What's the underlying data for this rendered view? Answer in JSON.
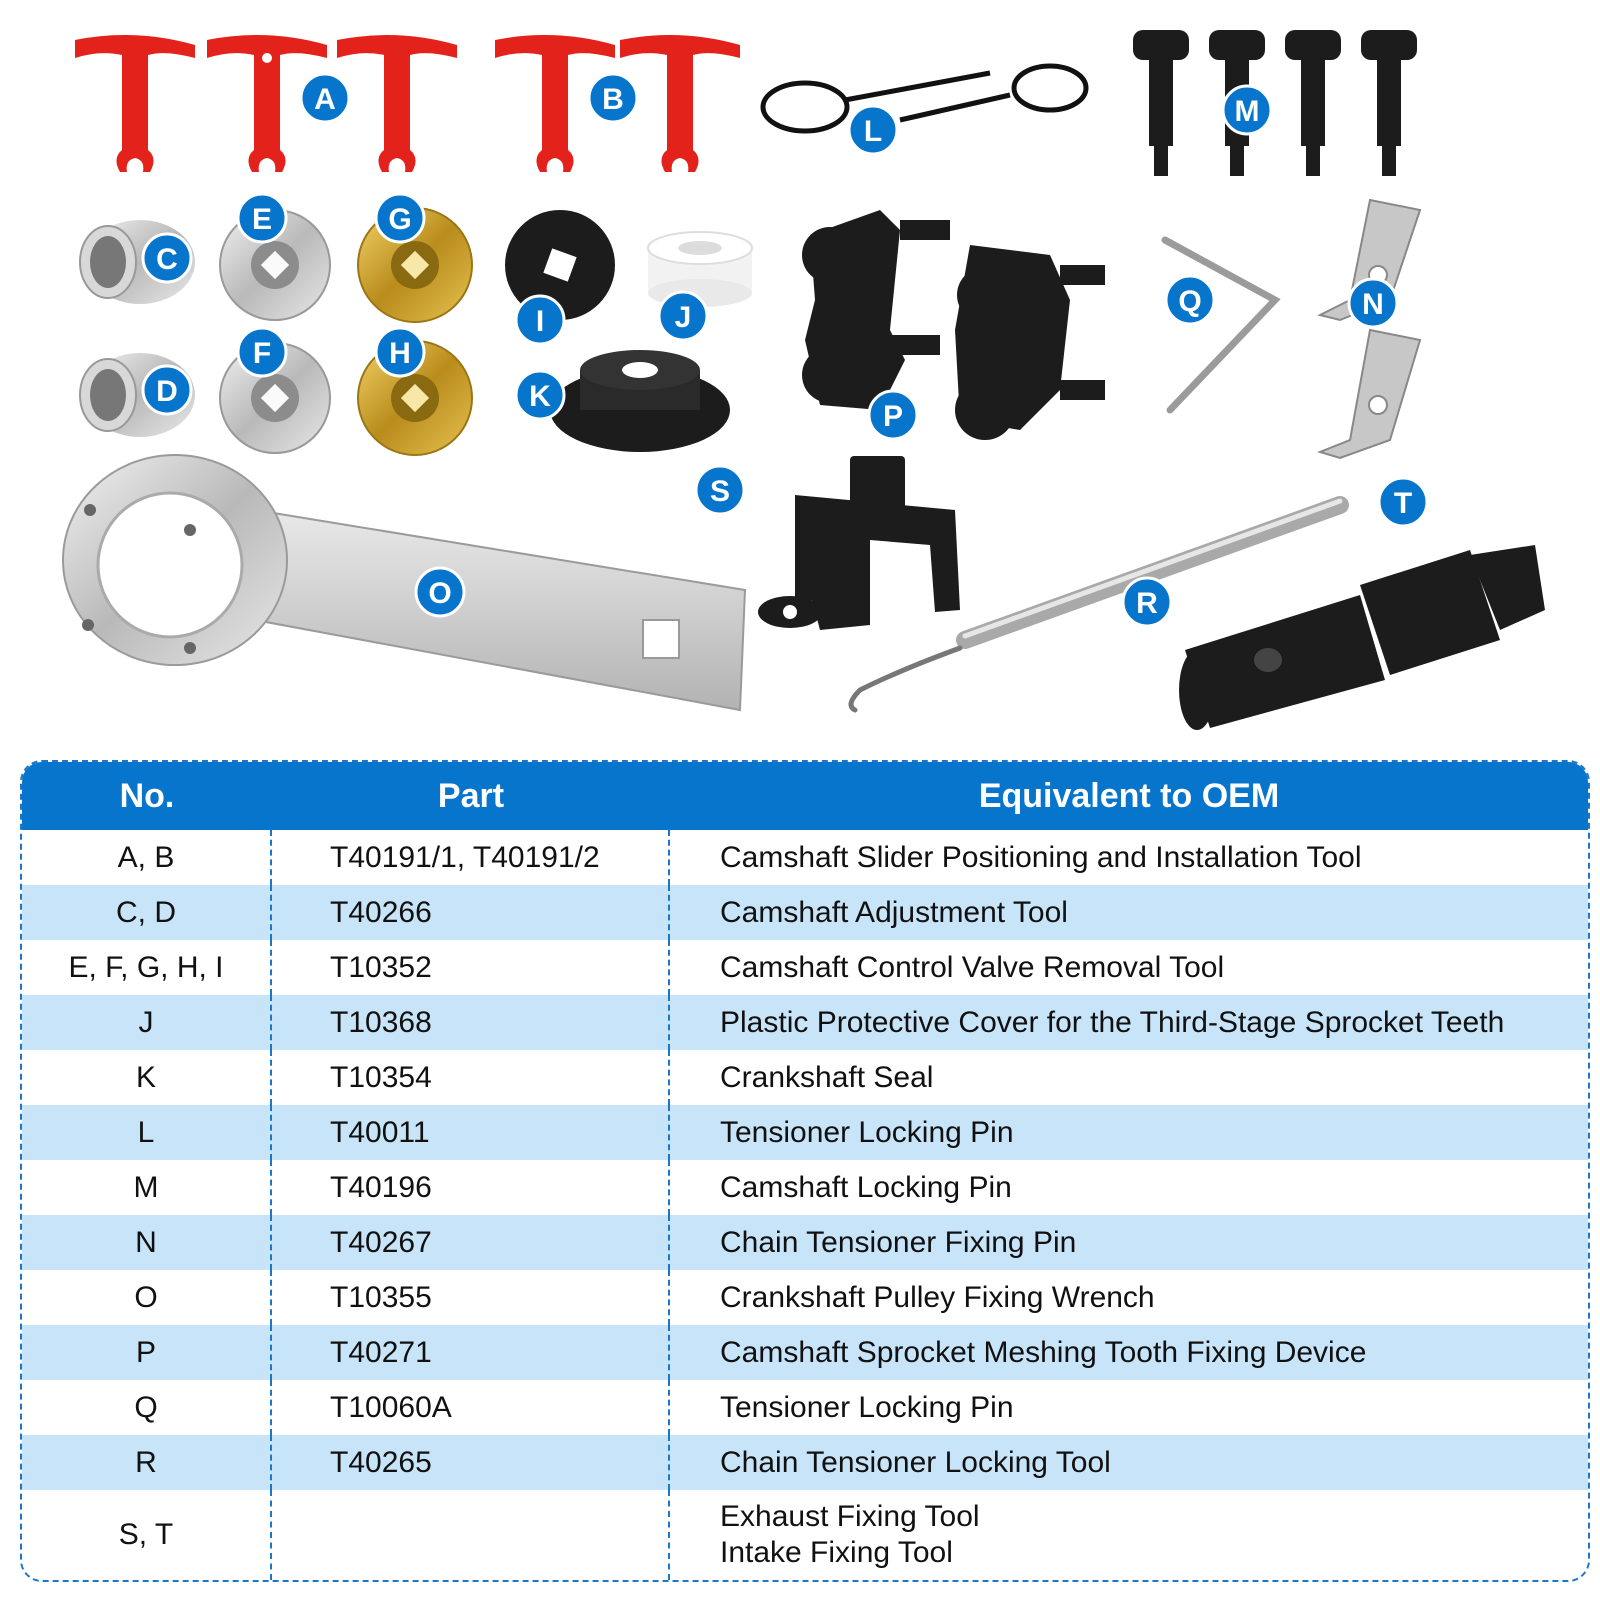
{
  "badges": [
    "A",
    "B",
    "L",
    "M",
    "C",
    "E",
    "G",
    "I",
    "J",
    "K",
    "D",
    "F",
    "H",
    "P",
    "Q",
    "N",
    "O",
    "S",
    "R",
    "T"
  ],
  "colors": {
    "badge_blue": "#0875cd",
    "header_blue": "#0875cd",
    "row_alt": "#c8e4f9",
    "red_tool": "#e3231b",
    "black_tool": "#1c1c1c",
    "silver_tool": "#c9c9c9",
    "gold_tool": "#c9a227"
  },
  "table": {
    "headers": {
      "no": "No.",
      "part": "Part",
      "oem": "Equivalent to OEM"
    },
    "rows": [
      {
        "no": "A, B",
        "part": "T40191/1, T40191/2",
        "oem": "Camshaft Slider Positioning and Installation Tool"
      },
      {
        "no": "C, D",
        "part": "T40266",
        "oem": "Camshaft Adjustment Tool"
      },
      {
        "no": "E, F, G, H, I",
        "part": "T10352",
        "oem": "Camshaft Control Valve Removal Tool"
      },
      {
        "no": "J",
        "part": "T10368",
        "oem": "Plastic Protective Cover for the Third-Stage Sprocket Teeth"
      },
      {
        "no": "K",
        "part": "T10354",
        "oem": "Crankshaft Seal"
      },
      {
        "no": "L",
        "part": "T40011",
        "oem": "Tensioner Locking Pin"
      },
      {
        "no": "M",
        "part": "T40196",
        "oem": "Camshaft Locking Pin"
      },
      {
        "no": "N",
        "part": "T40267",
        "oem": "Chain Tensioner Fixing Pin"
      },
      {
        "no": "O",
        "part": "T10355",
        "oem": "Crankshaft Pulley Fixing Wrench"
      },
      {
        "no": "P",
        "part": "T40271",
        "oem": "Camshaft Sprocket Meshing Tooth Fixing Device"
      },
      {
        "no": "Q",
        "part": "T10060A",
        "oem": "Tensioner Locking Pin"
      },
      {
        "no": "R",
        "part": "T40265",
        "oem": "Chain Tensioner Locking Tool"
      }
    ],
    "last_row": {
      "no": "S, T",
      "part": "",
      "oem_line1": "Exhaust Fixing Tool",
      "oem_line2": "Intake Fixing Tool"
    }
  }
}
